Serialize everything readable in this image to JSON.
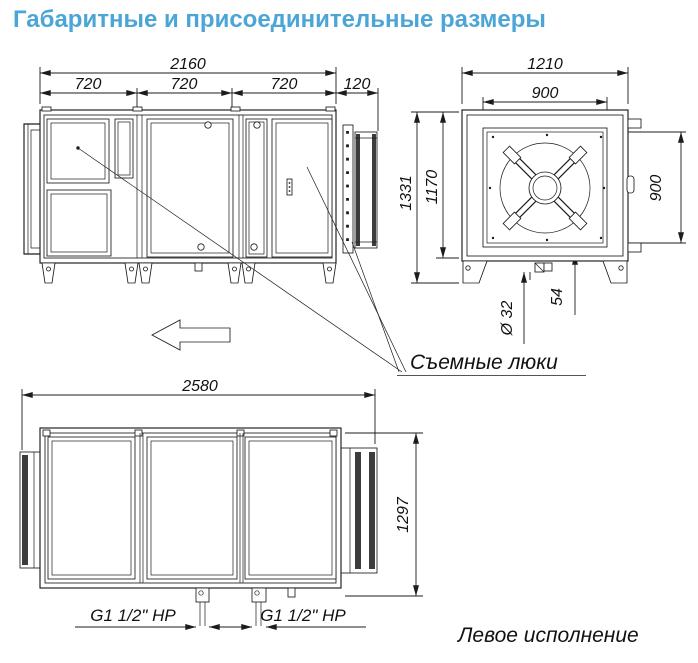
{
  "title": "Габаритные и присоединительные размеры",
  "colors": {
    "accent": "#4BA6D7",
    "line": "#1c1c1c",
    "background": "#ffffff"
  },
  "side_view": {
    "dim_overall": "2160",
    "dim_sections": [
      "720",
      "720",
      "720"
    ],
    "dim_flange": "120"
  },
  "end_view": {
    "dim_width": "1210",
    "dim_opening_width": "900",
    "dim_height_overall": "1331",
    "dim_height_casing": "1170",
    "dim_opening_height": "900",
    "dim_drain_diameter": "Ø 32",
    "dim_drain_offset": "54"
  },
  "plan_view": {
    "dim_length": "2580",
    "dim_width": "1297",
    "pipe_labels": [
      "G1 1/2\" НР",
      "G1 1/2\" НР"
    ]
  },
  "annotations": {
    "hatches_label": "Съемные люки",
    "variant_label": "Левое исполнение"
  }
}
